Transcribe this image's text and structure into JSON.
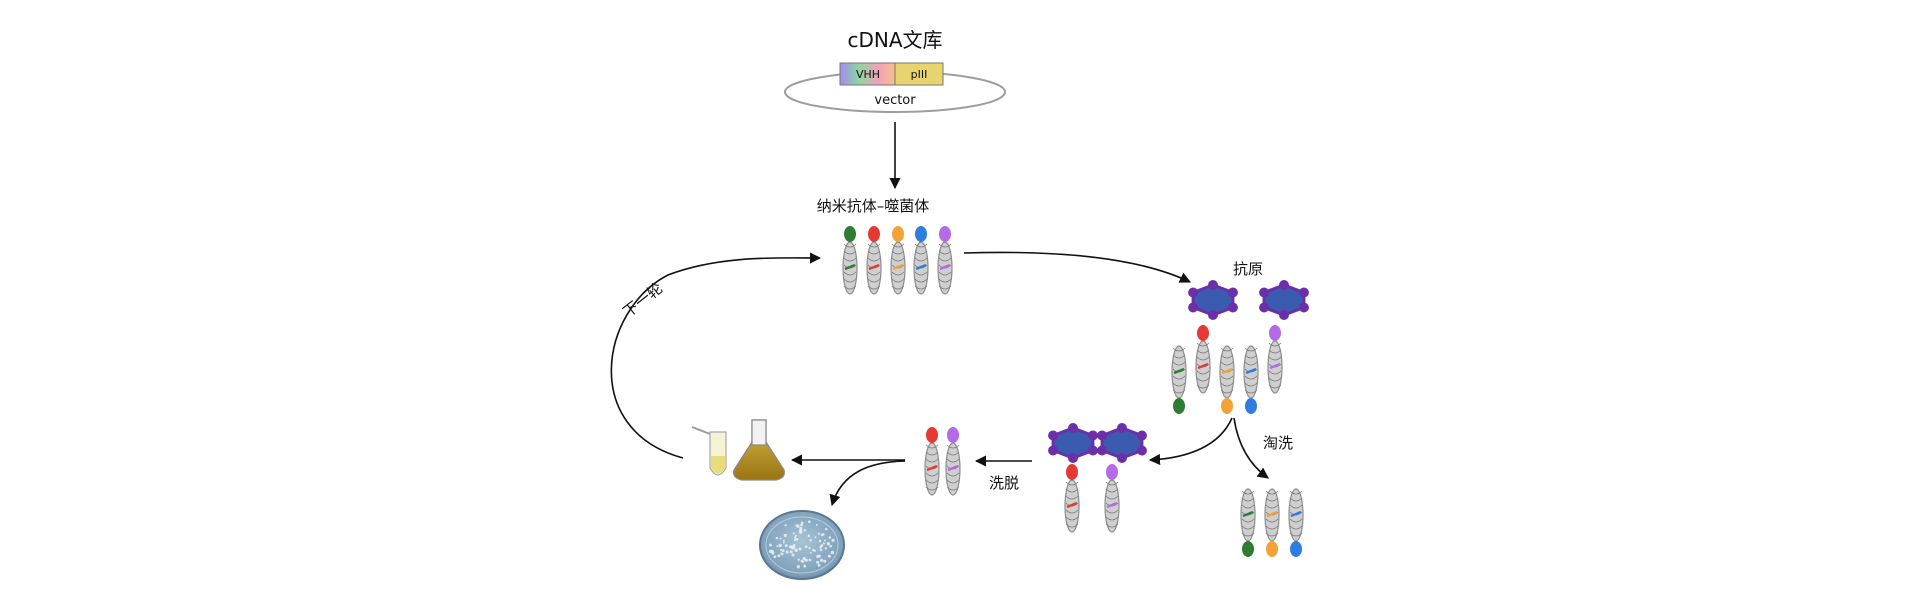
{
  "diagram": {
    "library_title": "cDNA文库",
    "vhh_label": "VHH",
    "piii_label": "pIII",
    "vector_label": "vector",
    "nanobody_phage_label": "纳米抗体–噬菌体",
    "antigen_label": "抗原",
    "wash_label": "淘洗",
    "elution_label": "洗脱",
    "next_round_label": "下一轮"
  },
  "colors": {
    "green": "#2e7d32",
    "red": "#e53935",
    "orange": "#f4a136",
    "blue": "#2f7de1",
    "purple": "#b36be8",
    "antigen_fill": "#3a5bb0",
    "antigen_bead": "#6b2fa8",
    "phage_body": "#cfcfcf"
  }
}
